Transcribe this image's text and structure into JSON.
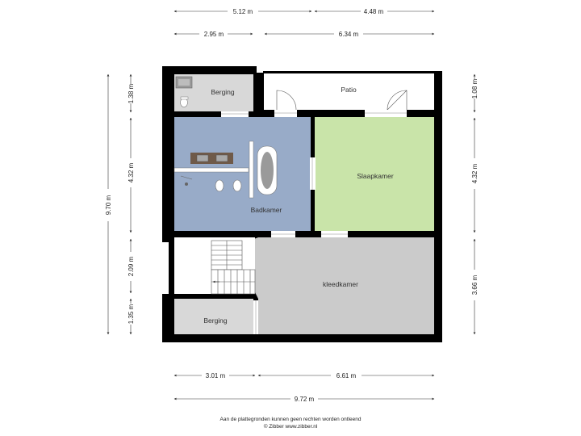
{
  "colors": {
    "wall": "#000000",
    "badkamer": "#98abc8",
    "slaapkamer": "#c9e4a9",
    "kleedkamer": "#cbcbcb",
    "berging": "#d8d8d8",
    "patio": "#ffffff",
    "dimension": "#333333"
  },
  "rooms": {
    "berging_top": "Berging",
    "patio": "Patio",
    "badkamer": "Badkamer",
    "slaapkamer": "Slaapkamer",
    "kleedkamer": "kleedkamer",
    "berging_bottom": "Berging"
  },
  "dimensions": {
    "top_row1": [
      "5.12 m",
      "4.48 m"
    ],
    "top_row2": [
      "2.95 m",
      "6.34 m"
    ],
    "left_outer": "9.70 m",
    "left_inner": [
      "1.38 m",
      "4.32 m",
      "2.09 m",
      "1.35 m"
    ],
    "right": [
      "1.08 m",
      "4.32 m",
      "3.66 m"
    ],
    "bottom_row1": [
      "3.01 m",
      "6.61 m"
    ],
    "bottom_row2": "9.72 m"
  },
  "footer": {
    "line1": "Aan de plattegronden kunnen geen rechten worden ontleend",
    "line2": "© Zibber www.zibber.nl"
  },
  "icons": {
    "sink": "sink-icon",
    "toilet": "toilet-icon",
    "bathtub": "bathtub-icon",
    "vanity": "double-vanity-icon",
    "stairs": "stairs-icon",
    "doors": "door-swing-icon"
  }
}
